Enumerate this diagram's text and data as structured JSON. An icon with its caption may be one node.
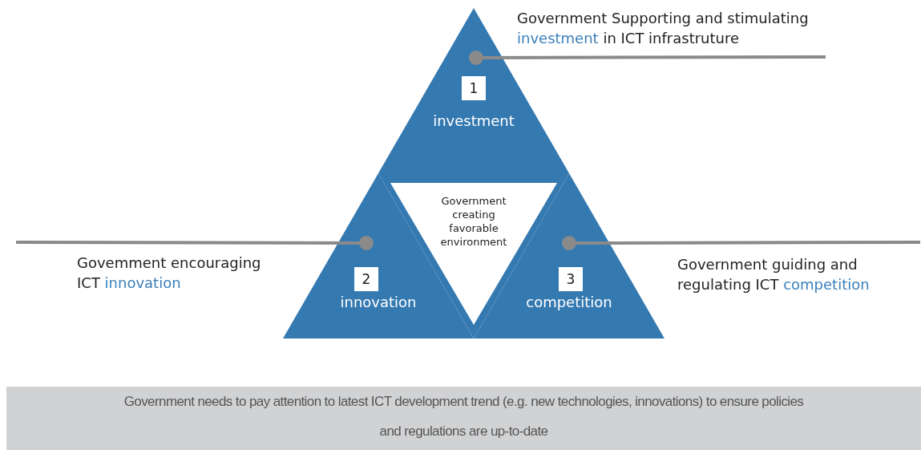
{
  "diagram": {
    "nodes": [
      {
        "text": [
          "1",
          "investment"
        ]
      },
      {
        "text": [
          "2",
          "innovation"
        ]
      },
      {
        "text": [
          "3",
          "competition"
        ]
      },
      {
        "text": [
          "Government creating favorable environment"
        ]
      },
      {
        "text": [
          "Government Supporting and stimulating *investment* in ICT infrastruture"
        ]
      },
      {
        "text": [
          "Govemment encouraging ICT *innovation*"
        ]
      },
      {
        "text": [
          "Government guiding and regulating ICT *competition*"
        ]
      },
      {
        "text": [
          "Government needs to pay attention to latest ICT development trend (e.g. new technologies, innovations) to ensure policies and regulations are up-to-date"
        ]
      }
    ],
    "edges": [
      {
        "from": 4,
        "to": 0,
        "arrow": "other"
      },
      {
        "from": 5,
        "to": 1,
        "arrow": "other"
      },
      {
        "from": 6,
        "to": 2,
        "arrow": "other"
      }
    ]
  }
}
